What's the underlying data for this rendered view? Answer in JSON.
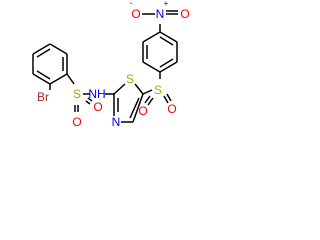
{
  "atoms": {
    "bromine": "Br",
    "sulfonamide_s": "S",
    "sulfonamide_o_top": "O",
    "sulfonamide_o_bottom": "O",
    "amine_nh": "NH",
    "thiazole_s": "S",
    "thiazole_n": "N",
    "sulfonyl_s": "S",
    "sulfonyl_o_left": "O",
    "sulfonyl_o_right": "O",
    "nitro_n": "N",
    "nitro_n_charge": "+",
    "nitro_o_left": "O",
    "nitro_o_left_charge": "-",
    "nitro_o_right": "O"
  },
  "colors": {
    "bond": "#000000",
    "bromine": "#a52a2a",
    "sulfur": "#b8a000",
    "oxygen": "#ff0000",
    "nitrogen": "#0000ff"
  }
}
